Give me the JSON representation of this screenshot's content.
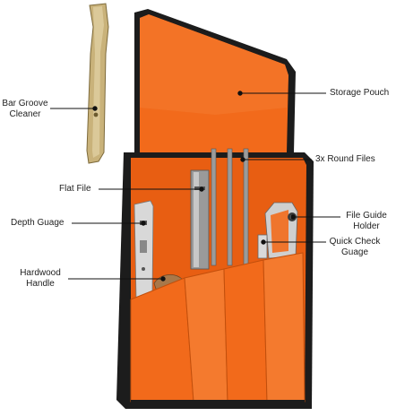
{
  "colors": {
    "pouch_orange": "#f26a1b",
    "pouch_orange_dark": "#d4530c",
    "pouch_binding": "#1c1c1c",
    "metal_light": "#d8d8d8",
    "metal_dark": "#8a8a8a",
    "brass": "#b8a060",
    "wood": "#a8784a",
    "line": "#111111"
  },
  "labels": {
    "bar_groove_cleaner": "Bar Groove Cleaner",
    "storage_pouch": "Storage Pouch",
    "round_files": "3x Round Files",
    "flat_file": "Flat File",
    "depth_guage": "Depth Guage",
    "file_guide_holder": "File Guide Holder",
    "quick_check_guage": "Quick Check Guage",
    "hardwood_handle": "Hardwood Handle"
  }
}
